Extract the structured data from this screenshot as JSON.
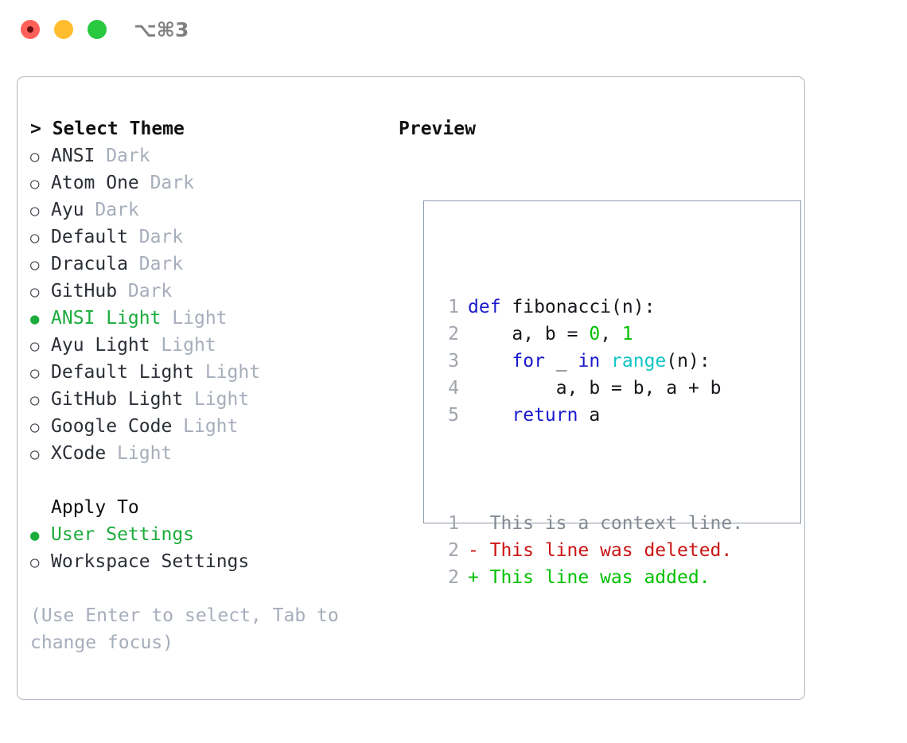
{
  "window": {
    "shortcut": "⌥⌘3",
    "traffic_lights": [
      {
        "name": "close",
        "color": "#ff6058"
      },
      {
        "name": "minimize",
        "color": "#ffbd2e"
      },
      {
        "name": "maximize",
        "color": "#28c840"
      }
    ]
  },
  "theme_panel": {
    "title": "> Select Theme",
    "items": [
      {
        "name": "ANSI",
        "kind": "Dark",
        "selected": false,
        "marker": "○"
      },
      {
        "name": "Atom One",
        "kind": "Dark",
        "selected": false,
        "marker": "○"
      },
      {
        "name": "Ayu",
        "kind": "Dark",
        "selected": false,
        "marker": "○"
      },
      {
        "name": "Default",
        "kind": "Dark",
        "selected": false,
        "marker": "○"
      },
      {
        "name": "Dracula",
        "kind": "Dark",
        "selected": false,
        "marker": "○"
      },
      {
        "name": "GitHub",
        "kind": "Dark",
        "selected": false,
        "marker": "○"
      },
      {
        "name": "ANSI Light",
        "kind": "Light",
        "selected": true,
        "marker": "●"
      },
      {
        "name": "Ayu Light",
        "kind": "Light",
        "selected": false,
        "marker": "○"
      },
      {
        "name": "Default Light",
        "kind": "Light",
        "selected": false,
        "marker": "○"
      },
      {
        "name": "GitHub Light",
        "kind": "Light",
        "selected": false,
        "marker": "○"
      },
      {
        "name": "Google Code",
        "kind": "Light",
        "selected": false,
        "marker": "○"
      },
      {
        "name": "XCode",
        "kind": "Light",
        "selected": false,
        "marker": "○"
      }
    ]
  },
  "apply_to": {
    "title": "Apply To",
    "options": [
      {
        "label": "User Settings",
        "selected": true,
        "marker": "●"
      },
      {
        "label": "Workspace Settings",
        "selected": false,
        "marker": "○"
      }
    ]
  },
  "hint": "(Use Enter to select, Tab to change focus)",
  "preview": {
    "title": "Preview",
    "code_lines": [
      {
        "no": "1",
        "tokens": [
          {
            "t": "def",
            "c": "kw"
          },
          {
            "t": " fibonacci(",
            "c": "plain"
          },
          {
            "t": "n",
            "c": "plain"
          },
          {
            "t": "):",
            "c": "plain"
          }
        ]
      },
      {
        "no": "2",
        "tokens": [
          {
            "t": "    a, b = ",
            "c": "plain"
          },
          {
            "t": "0",
            "c": "num"
          },
          {
            "t": ", ",
            "c": "plain"
          },
          {
            "t": "1",
            "c": "num"
          }
        ]
      },
      {
        "no": "3",
        "tokens": [
          {
            "t": "    ",
            "c": "plain"
          },
          {
            "t": "for",
            "c": "kw"
          },
          {
            "t": " _ ",
            "c": "plain"
          },
          {
            "t": "in",
            "c": "kw"
          },
          {
            "t": " ",
            "c": "plain"
          },
          {
            "t": "range",
            "c": "builtin"
          },
          {
            "t": "(n):",
            "c": "plain"
          }
        ]
      },
      {
        "no": "4",
        "tokens": [
          {
            "t": "        a, b = b, a + b",
            "c": "plain"
          }
        ]
      },
      {
        "no": "5",
        "tokens": [
          {
            "t": "    ",
            "c": "plain"
          },
          {
            "t": "return",
            "c": "kw"
          },
          {
            "t": " a",
            "c": "plain"
          }
        ]
      }
    ],
    "diff_lines": [
      {
        "no": "1",
        "sign": " ",
        "text": "This is a context line.",
        "kind": "ctx"
      },
      {
        "no": "2",
        "sign": "-",
        "text": "This line was deleted.",
        "kind": "del"
      },
      {
        "no": "2",
        "sign": "+",
        "text": "This line was added.",
        "kind": "add"
      }
    ]
  },
  "colors": {
    "accent_green": "#1cac3c",
    "keyword_blue": "#1919cc",
    "number_green": "#00c000",
    "builtin_cyan": "#11c5c5",
    "diff_deleted": "#cc1414",
    "diff_added": "#00c000",
    "muted_gray": "#a6adbb",
    "border": "#8d99ab"
  }
}
